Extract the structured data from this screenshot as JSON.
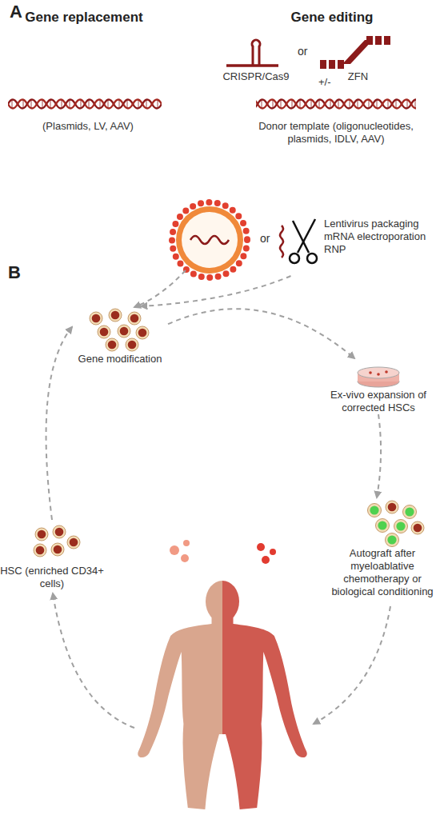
{
  "diagram": {
    "nodes": [
      {
        "text": [
          "(Plasmids, LV, AAV)"
        ]
      },
      {
        "text": [
          "CRISPR/Cas9"
        ]
      },
      {
        "text": [
          "ZFN"
        ]
      },
      {
        "text": [
          "Donor template (oligonucleotides, plasmids, IDLV, AAV)"
        ]
      },
      {
        "text": [
          "Lentivirus packaging mRNA electroporation RNP"
        ]
      },
      {
        "text": [
          "Gene modification"
        ]
      },
      {
        "text": [
          "Ex-vivo expansion of corrected HSCs"
        ]
      },
      {
        "text": [
          "Autograft after myeloablative chemotherapy or biological conditioning"
        ]
      },
      {
        "text": [
          "HSC (enriched CD34+ cells)"
        ]
      }
    ],
    "edges": [
      {
        "from": 4,
        "to": 5,
        "arrow": "to"
      },
      {
        "from": 5,
        "to": 6,
        "arrow": "to"
      },
      {
        "from": 6,
        "to": 7,
        "arrow": "to"
      },
      {
        "from": 8,
        "to": 5,
        "arrow": "to"
      }
    ],
    "labels": [
      "A",
      "Gene replacement",
      "Gene editing",
      "or",
      "+/-",
      "or",
      "B"
    ]
  }
}
